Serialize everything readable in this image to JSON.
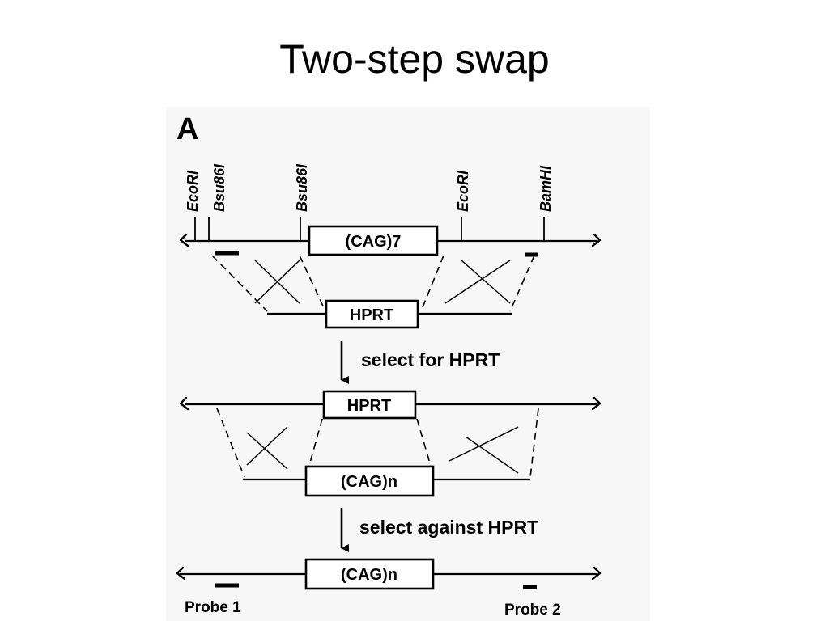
{
  "slide": {
    "title": "Two-step swap"
  },
  "figure": {
    "panel_label": "A",
    "restriction_sites": [
      "EcoRI",
      "Bsu86I",
      "Bsu86I",
      "EcoRI",
      "BamHI"
    ],
    "row1": {
      "box_label": "(CAG)7"
    },
    "row2": {
      "box_label": "HPRT"
    },
    "step1": {
      "arrow_label": "select for HPRT"
    },
    "row3": {
      "box_label": "HPRT"
    },
    "row4": {
      "box_label": "(CAG)n"
    },
    "step2": {
      "arrow_label": "select against HPRT"
    },
    "row5": {
      "box_label": "(CAG)n"
    },
    "probes": [
      "Probe 1",
      "Probe 2"
    ]
  },
  "colors": {
    "background": "#ffffff",
    "panel_background": "#f7f7f7",
    "ink": "#000000"
  }
}
